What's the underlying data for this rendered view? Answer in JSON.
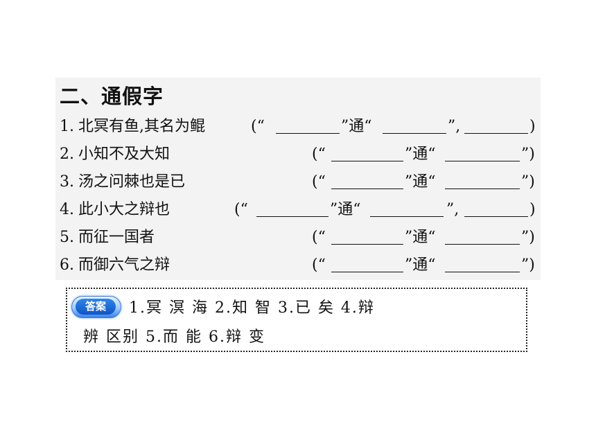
{
  "section": {
    "heading": "二、通假字"
  },
  "items": [
    {
      "number": "1.",
      "text": "北冥有鱼,其名为鲲",
      "open": "(“",
      "tong": "”通“",
      "sep": "”,",
      "close": ")"
    },
    {
      "number": "2.",
      "text": "小知不及大知",
      "open": "(“",
      "tong": "”通“",
      "close": "”)"
    },
    {
      "number": "3.",
      "text": "汤之问棘也是已",
      "open": "(“",
      "tong": "”通“",
      "close": "”)"
    },
    {
      "number": "4.",
      "text": "此小大之辩也",
      "open": "(“",
      "tong": "”通“",
      "sep": "”,",
      "close": ")"
    },
    {
      "number": "5.",
      "text": "而征一国者",
      "open": "(“",
      "tong": "”通“",
      "close": "”)"
    },
    {
      "number": "6.",
      "text": "而御六气之辩",
      "open": "(“",
      "tong": "”通“",
      "close": "”)"
    }
  ],
  "answer": {
    "badge": "答案",
    "line1": "1.冥 溟 海 2.知 智 3.已 矣 4.辩",
    "line2": "辨 区别 5.而 能 6.辩 变"
  }
}
